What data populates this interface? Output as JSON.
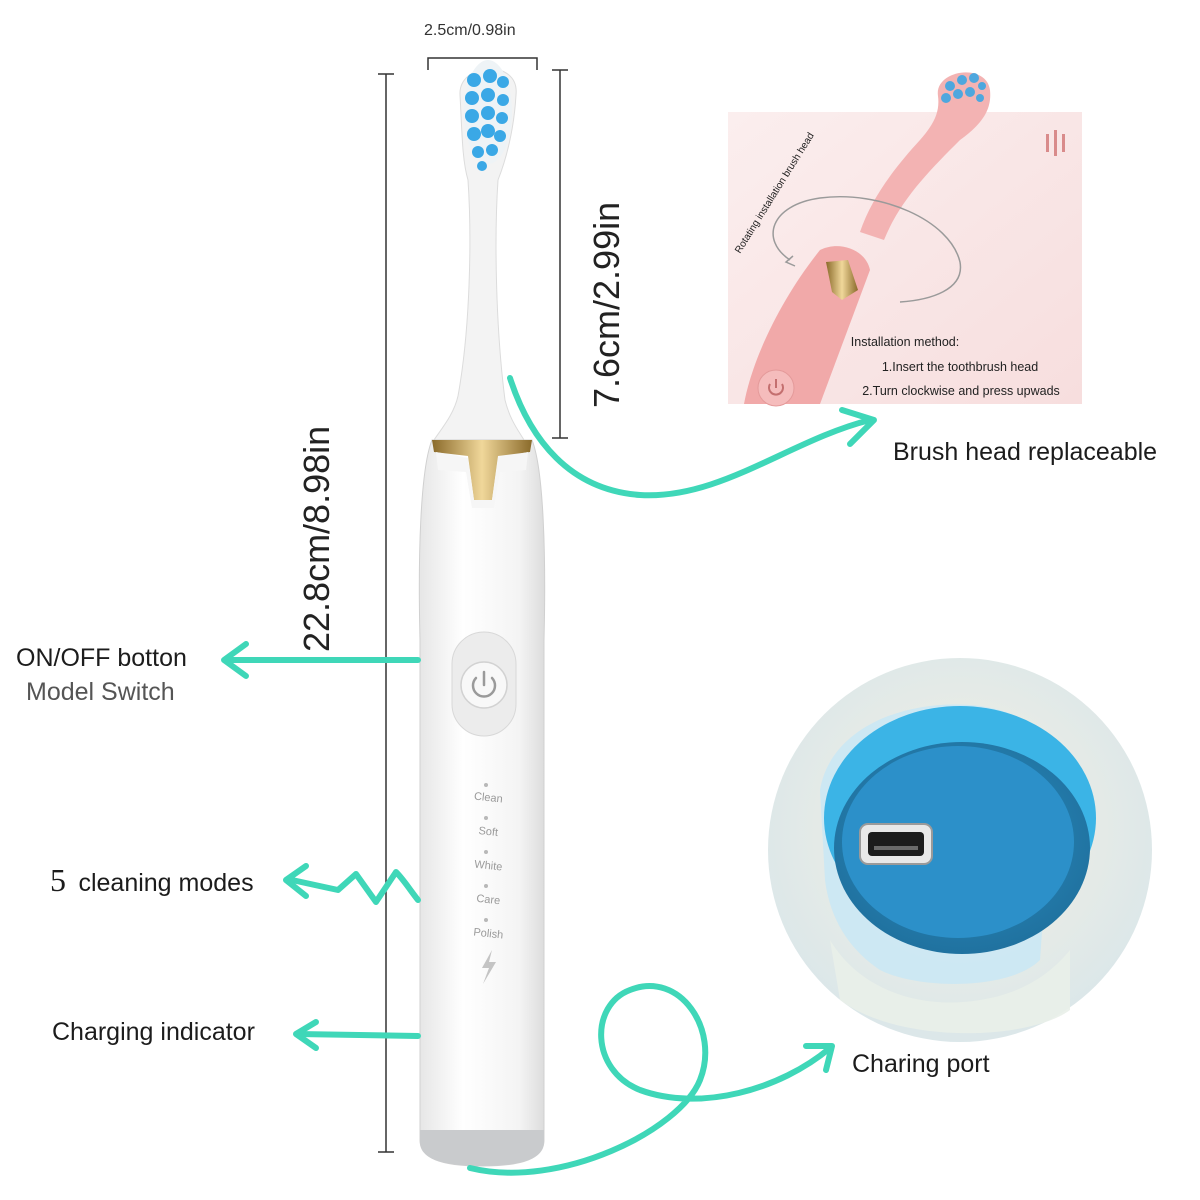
{
  "dimensions": {
    "head_width": "2.5cm/0.98in",
    "head_length": "7.6cm/2.99in",
    "total_length": "22.8cm/8.98in"
  },
  "callouts": {
    "brush_head": "Brush head replaceable",
    "power_button_line1": "ON/OFF botton",
    "power_button_line2": "Model Switch",
    "modes_number": "5",
    "modes_text": "cleaning modes",
    "charging_indicator": "Charging indicator",
    "charging_port": "Charing port"
  },
  "modes": [
    "Clean",
    "Soft",
    "White",
    "Care",
    "Polish"
  ],
  "installation": {
    "rotating": "Rotating installation brush head",
    "title": "Installation method:",
    "step1": "1.Insert the toothbrush head",
    "step2": "2.Turn clockwise and press upwads"
  },
  "colors": {
    "arrow": "#3fd7b8",
    "bristle_blue": "#3aa8e6",
    "body_white": "#f4f4f4",
    "gold": "#c8a25a",
    "pink": "#f3b8b8",
    "port_blue": "#2b9ed8"
  },
  "icons": [
    "power-icon",
    "lightning-icon",
    "usb-port-icon"
  ]
}
